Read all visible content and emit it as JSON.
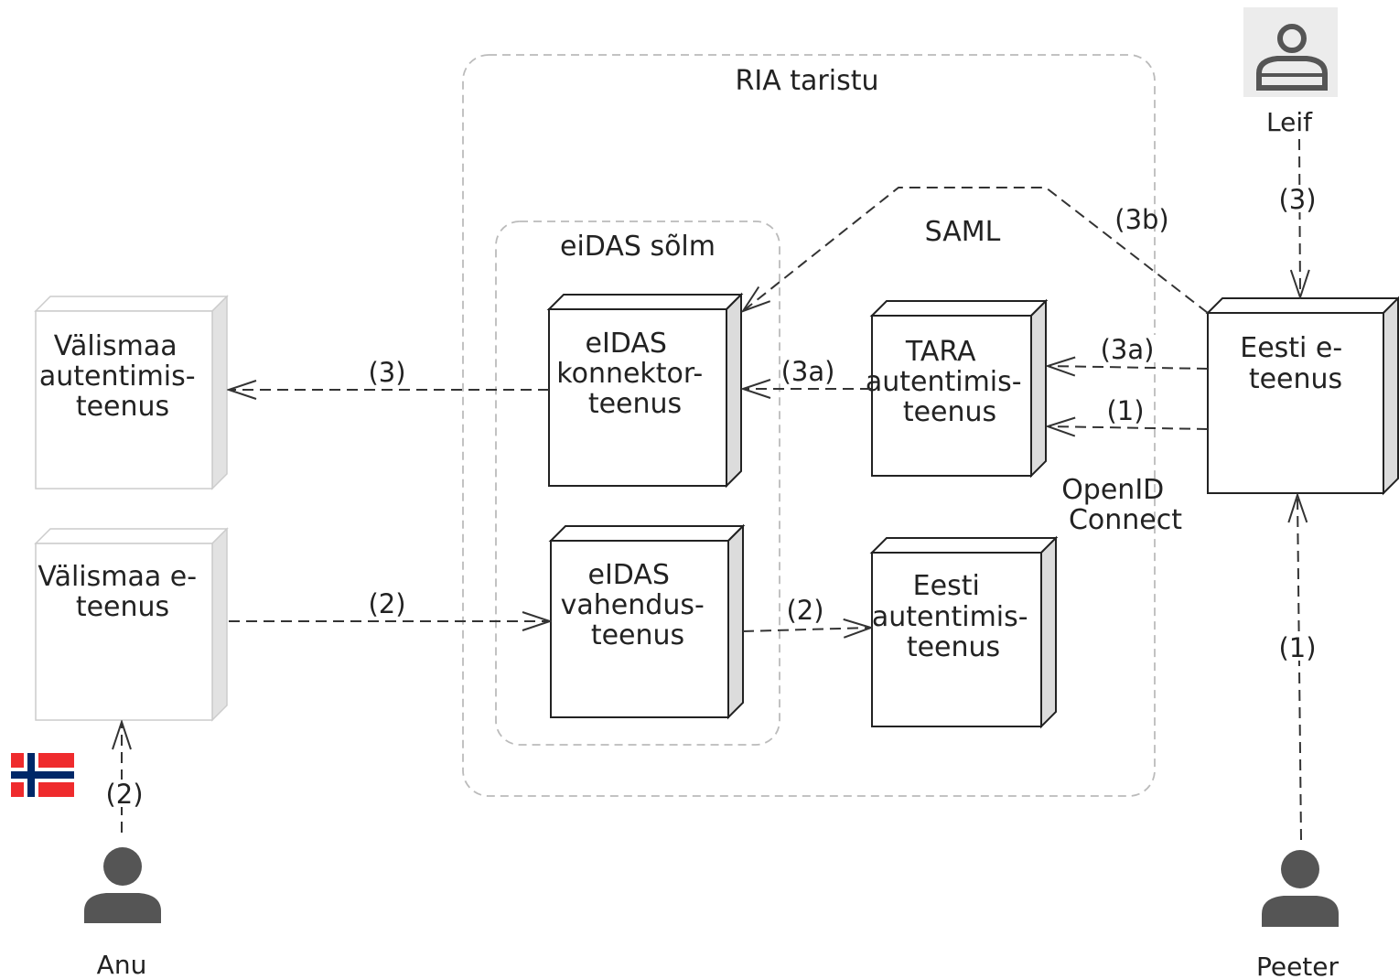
{
  "containers": {
    "ria": "RIA taristu",
    "eidas_node": "eiDAS sõlm"
  },
  "nodes": {
    "foreign_auth": [
      "Välismaa",
      "autentimis-",
      "teenus"
    ],
    "foreign_eservice": [
      "Välismaa e-",
      "teenus"
    ],
    "connector": [
      "eIDAS",
      "konnektor-",
      "teenus"
    ],
    "proxy": [
      "eIDAS",
      "vahendus-",
      "teenus"
    ],
    "tara": [
      "TARA",
      "autentimis-",
      "teenus"
    ],
    "estonian_auth": [
      "Eesti",
      "autentimis-",
      "teenus"
    ],
    "estonian_eservice": [
      "Eesti e-",
      "teenus"
    ]
  },
  "actors": {
    "leif": "Leif",
    "anu": "Anu",
    "peeter": "Peeter"
  },
  "protocols": {
    "saml": "SAML",
    "oidc": [
      "OpenID",
      "Connect"
    ]
  },
  "edge_labels": {
    "connector_to_foreign_auth": "(3)",
    "foreign_eservice_to_proxy": "(2)",
    "proxy_to_estonian_auth": "(2)",
    "tara_to_connector": "(3a)",
    "eservice_to_tara_3a": "(3a)",
    "eservice_to_tara_1": "(1)",
    "eservice_to_connector": "(3b)",
    "leif_to_eservice": "(3)",
    "peeter_to_eservice": "(1)",
    "anu_to_foreign_eservice": "(2)"
  },
  "colors": {
    "line": "#333333",
    "container_border": "#bbbbbb",
    "foreign_border": "#bbbbbb",
    "flag_red": "#ef2b2d",
    "flag_blue": "#002868",
    "actor": "#555555"
  },
  "icons": {
    "actor": "person-icon",
    "flag": "norway-flag-icon"
  }
}
